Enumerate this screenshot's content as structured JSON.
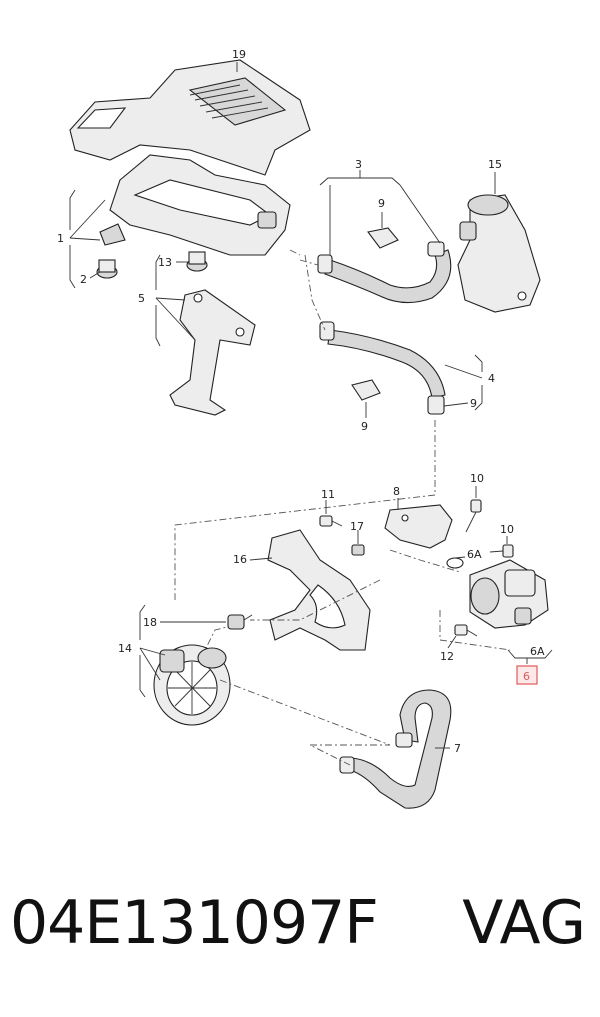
{
  "callouts": {
    "c19": "19",
    "c1": "1",
    "c2": "2",
    "c3": "3",
    "c9a": "9",
    "c15": "15",
    "c13": "13",
    "c5": "5",
    "c4": "4",
    "c9b": "9",
    "c9c": "9",
    "c10a": "10",
    "c11": "11",
    "c8": "8",
    "c17": "17",
    "c16": "16",
    "c6a1": "6A",
    "c10b": "10",
    "c18": "18",
    "c14": "14",
    "c12": "12",
    "c6a2": "6A",
    "c6": "6",
    "c7": "7"
  },
  "highlight_color": "#e05a5a",
  "footer": {
    "part_number": "04E131097F",
    "brand": "VAG"
  }
}
